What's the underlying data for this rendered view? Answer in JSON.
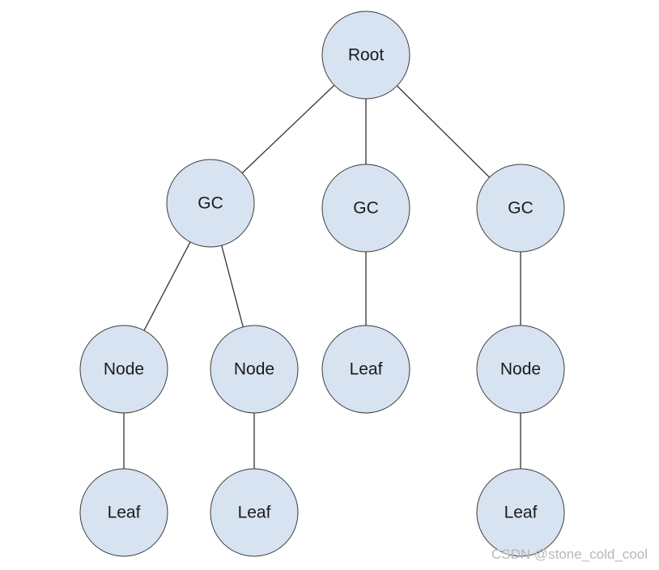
{
  "diagram": {
    "node_fill": "#d7e3f1",
    "nodes": [
      {
        "id": "root",
        "label": "Root"
      },
      {
        "id": "gc-1",
        "label": "GC"
      },
      {
        "id": "gc-2",
        "label": "GC"
      },
      {
        "id": "gc-3",
        "label": "GC"
      },
      {
        "id": "node-1",
        "label": "Node"
      },
      {
        "id": "node-2",
        "label": "Node"
      },
      {
        "id": "leaf-1",
        "label": "Leaf"
      },
      {
        "id": "node-3",
        "label": "Node"
      },
      {
        "id": "leaf-2",
        "label": "Leaf"
      },
      {
        "id": "leaf-3",
        "label": "Leaf"
      },
      {
        "id": "leaf-4",
        "label": "Leaf"
      }
    ],
    "edges": [
      {
        "from": "root",
        "to": "gc-1"
      },
      {
        "from": "root",
        "to": "gc-2"
      },
      {
        "from": "root",
        "to": "gc-3"
      },
      {
        "from": "gc-1",
        "to": "node-1"
      },
      {
        "from": "gc-1",
        "to": "node-2"
      },
      {
        "from": "gc-2",
        "to": "leaf-1"
      },
      {
        "from": "gc-3",
        "to": "node-3"
      },
      {
        "from": "node-1",
        "to": "leaf-2"
      },
      {
        "from": "node-2",
        "to": "leaf-3"
      },
      {
        "from": "node-3",
        "to": "leaf-4"
      }
    ]
  },
  "watermark": "CSDN @stone_cold_cool"
}
